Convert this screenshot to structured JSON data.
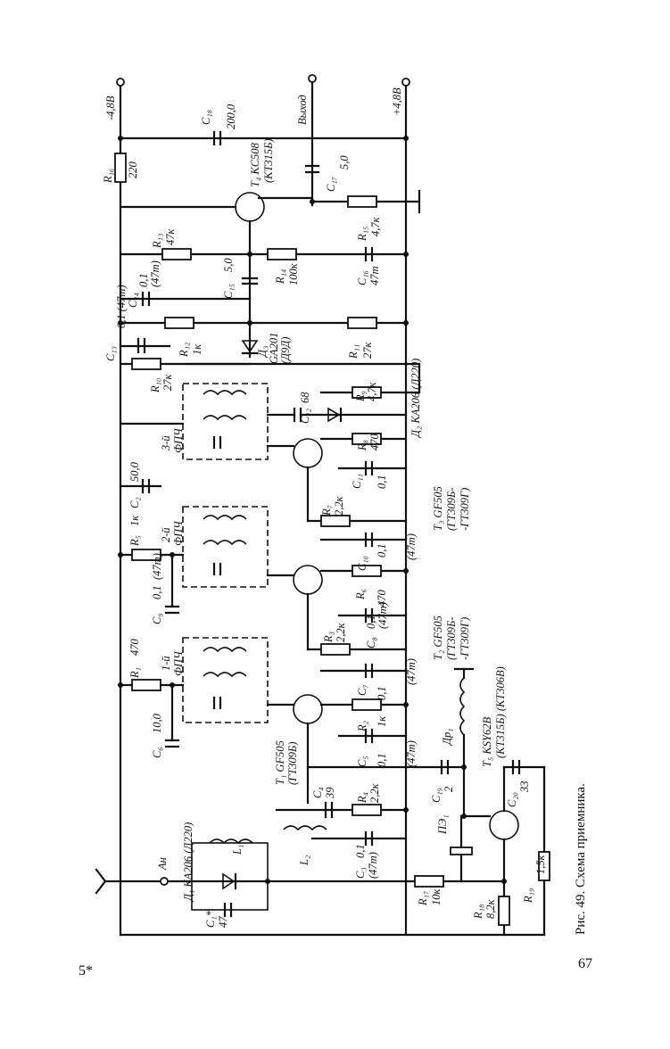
{
  "caption": "Рис. 49. Схема приемника.",
  "page_number": "67",
  "sheet_mark": "5*",
  "rails": {
    "neg_supply": "-4,8В",
    "pos_supply": "+4,8В",
    "output": "Выход"
  },
  "components": {
    "R16": {
      "ref": "R₁₆",
      "value": "220"
    },
    "C18": {
      "ref": "C₁₈",
      "value": "200,0"
    },
    "T4": {
      "ref": "T₄ KC508",
      "alt": "(КТ315Б)"
    },
    "C17": {
      "ref": "C₁₇",
      "value": "5,0"
    },
    "R15": {
      "ref": "R₁₅",
      "value": "4,7к"
    },
    "R13": {
      "ref": "R₁₃",
      "value": "47к"
    },
    "R14": {
      "ref": "R₁₄",
      "value": "100к"
    },
    "C14": {
      "ref": "C₁₄",
      "value": "0,1",
      "alt": "(47т)"
    },
    "C15": {
      "ref": "C₁₅",
      "value": "5,0"
    },
    "C16": {
      "ref": "C₁₆",
      "value": "47т"
    },
    "C13": {
      "ref": "C₁₃",
      "value": "0,1 (47т)"
    },
    "R12": {
      "ref": "R₁₂",
      "value": "1к"
    },
    "R11": {
      "ref": "R₁₁",
      "value": "27к"
    },
    "D3": {
      "ref": "Д₃",
      "value": "GA201",
      "alt": "(Д9Д)"
    },
    "R10": {
      "ref": "R₁₀",
      "value": "27к"
    },
    "C12": {
      "ref": "C₁₂",
      "value": "68"
    },
    "R9": {
      "ref": "R₉",
      "value": "4,7к"
    },
    "D2": {
      "ref": "Д₂ KA206 (Д220)"
    },
    "IF3": {
      "label": "3-й",
      "sub": "ФПЧ"
    },
    "C2": {
      "ref": "C₂",
      "value": "50,0"
    },
    "R8": {
      "ref": "R₈",
      "value": "470"
    },
    "C11": {
      "ref": "C₁₁",
      "value": "0,1"
    },
    "T3": {
      "ref": "T₃ GF505",
      "alt": "(ГТ309Б-",
      "alt2": "-ГТ309Г)"
    },
    "R7": {
      "ref": "R₇",
      "value": "2,2к"
    },
    "R5": {
      "ref": "R₅",
      "value": "1к"
    },
    "IF2": {
      "label": "2-й",
      "sub": "ФПЧ"
    },
    "C9": {
      "ref": "C₉",
      "value": "0,1",
      "alt": "(47т)"
    },
    "C10": {
      "ref": "C₁₀",
      "value": "0,1",
      "alt": "(47т)"
    },
    "R6": {
      "ref": "R₆",
      "value": "470"
    },
    "T2": {
      "ref": "T₂ GF505",
      "alt": "(ГТ309Б-",
      "alt2": "-ГТ309Г)"
    },
    "R1": {
      "ref": "R₁",
      "value": "470"
    },
    "IF1": {
      "label": "1-й",
      "sub": "ФПЧ"
    },
    "R3": {
      "ref": "R₃",
      "value": "2,2к"
    },
    "C8": {
      "ref": "C₈",
      "value": "0,1",
      "alt": "(47т)"
    },
    "C6": {
      "ref": "C₆",
      "value": "10,0"
    },
    "C7": {
      "ref": "C₇",
      "value": "0,1",
      "alt": "(47т)"
    },
    "R2": {
      "ref": "R₂",
      "value": "1к"
    },
    "T1": {
      "ref": "T₁ GF505",
      "alt": "(ГТ309Б)"
    },
    "C5": {
      "ref": "C₅",
      "value": "0,1",
      "alt": "(47т)"
    },
    "DR1": {
      "ref": "Др₁"
    },
    "T5": {
      "ref": "T₅ KSY62B",
      "alt": "(КТ315Б) (КТ306В)"
    },
    "C4": {
      "ref": "C₄",
      "value": "39"
    },
    "R4": {
      "ref": "R₄",
      "value": "2,2к"
    },
    "C19": {
      "ref": "C₁₉",
      "value": "2"
    },
    "C20": {
      "ref": "C₂₀",
      "value": "33"
    },
    "C3": {
      "ref": "C₃",
      "value": "0,1",
      "alt": "(47т)"
    },
    "L2": {
      "ref": "L₂"
    },
    "PE1": {
      "ref": "ПЭ₁"
    },
    "ANT": {
      "ref": "Ан"
    },
    "D1": {
      "ref": "Д₁ KA206 (Д220)"
    },
    "L1": {
      "ref": "L₁"
    },
    "R17": {
      "ref": "R₁₇",
      "value": "10к"
    },
    "R18": {
      "ref": "R₁₈",
      "value": "8,2к"
    },
    "R19": {
      "ref": "R₁₉",
      "value": "1,5к"
    },
    "C1": {
      "ref": "C₁*",
      "value": "47"
    }
  }
}
